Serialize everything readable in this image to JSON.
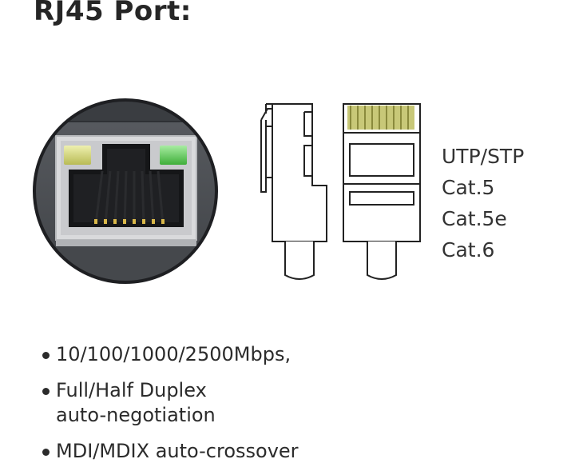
{
  "header": {
    "title": "RJ45 Port:"
  },
  "cable_types": [
    "UTP/STP",
    "Cat.5",
    "Cat.5e",
    "Cat.6"
  ],
  "features": [
    {
      "line1": "10/100/1000/2500Mbps,",
      "line2": ""
    },
    {
      "line1": "Full/Half Duplex",
      "line2": "auto-negotiation"
    },
    {
      "line1": "MDI/MDIX auto-crossover",
      "line2": ""
    }
  ],
  "colors": {
    "led_left": "#d8dc7a",
    "led_right": "#6fd06a",
    "plug_contacts": "#c8c878",
    "housing": "#4a4d52"
  },
  "icons": [
    "rj45-port-photo",
    "rj45-plug-side-icon",
    "rj45-plug-front-icon"
  ]
}
